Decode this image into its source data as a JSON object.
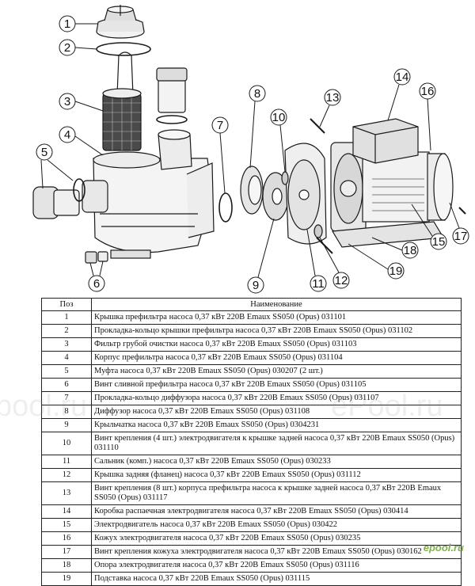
{
  "callouts": [
    "1",
    "2",
    "3",
    "4",
    "5",
    "6",
    "7",
    "8",
    "9",
    "10",
    "11",
    "12",
    "13",
    "14",
    "15",
    "16",
    "17",
    "18",
    "19"
  ],
  "table": {
    "headers": [
      "Поз",
      "Наименование"
    ],
    "rows": [
      {
        "num": "1",
        "name": "Крышка префильтра насоса 0,37 кВт 220В Emaux SS050 (Opus) 031101"
      },
      {
        "num": "2",
        "name": "Прокладка-кольцо крышки префильтра насоса 0,37 кВт 220В Emaux SS050 (Opus) 031102"
      },
      {
        "num": "3",
        "name": "Фильтр грубой очистки насоса 0,37 кВт 220В Emaux SS050 (Opus) 031103"
      },
      {
        "num": "4",
        "name": "Корпус префильтра насоса 0,37 кВт 220В Emaux SS050 (Opus) 031104"
      },
      {
        "num": "5",
        "name": "Муфта насоса 0,37 кВт 220В Emaux SS050 (Opus) 030207 (2 шт.)"
      },
      {
        "num": "6",
        "name": "Винт сливной префильтра насоса 0,37 кВт 220В Emaux SS050 (Opus) 031105"
      },
      {
        "num": "7",
        "name": "Прокладка-кольцо диффузора насоса 0,37 кВт 220В Emaux SS050 (Opus) 031107"
      },
      {
        "num": "8",
        "name": "Диффузор насоса 0,37 кВт 220В Emaux SS050 (Opus) 031108"
      },
      {
        "num": "9",
        "name": "Крыльчатка насоса 0,37 кВт 220В Emaux SS050 (Opus) 0304231"
      },
      {
        "num": "10",
        "name": "Винт крепления (4 шт.) электродвигателя к крышке задней насоса 0,37 кВт 220В Emaux SS050 (Opus) 031110"
      },
      {
        "num": "11",
        "name": "Сальник (комп.) насоса 0,37 кВт 220В Emaux SS050 (Opus) 030233"
      },
      {
        "num": "12",
        "name": "Крышка задняя (фланец) насоса 0,37 кВт 220В Emaux SS050 (Opus) 031112"
      },
      {
        "num": "13",
        "name": "Винт крепления (8 шт.) корпуса префильтра насоса к крышке задней насоса 0,37 кВт 220В Emaux SS050 (Opus) 031117"
      },
      {
        "num": "14",
        "name": "Коробка распаечная электродвигателя насоса 0,37 кВт 220В Emaux SS050 (Opus) 030414"
      },
      {
        "num": "15",
        "name": "Электродвигатель насоса 0,37 кВт 220В Emaux SS050 (Opus) 030422"
      },
      {
        "num": "16",
        "name": "Кожух электродвигателя насоса 0,37 кВт 220В Emaux SS050 (Opus) 030235"
      },
      {
        "num": "17",
        "name": "Винт крепления кожуха электродвигателя насоса 0,37 кВт 220В Emaux SS050 (Opus) 030162"
      },
      {
        "num": "18",
        "name": "Опора электродвигателя насоса 0,37 кВт 220В Emaux SS050 (Opus) 031116"
      },
      {
        "num": "19",
        "name": "Подставка насоса 0,37 кВт 220В Emaux SS050 (Opus) 031115"
      }
    ]
  },
  "watermark": [
    "pool.ru",
    "ePool.ru"
  ],
  "logo": "epool.ru"
}
